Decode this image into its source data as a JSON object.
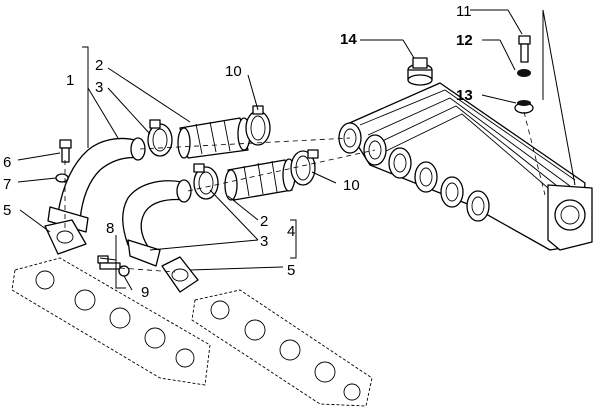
{
  "callouts": {
    "c1": "1",
    "c2a": "2",
    "c3a": "3",
    "c2b": "2",
    "c3b": "3",
    "c4": "4",
    "c5a": "5",
    "c5b": "5",
    "c6": "6",
    "c7": "7",
    "c8": "8",
    "c9": "9",
    "c10a": "10",
    "c10b": "10",
    "c11": "11",
    "c12": "12",
    "c13": "13",
    "c14": "14"
  },
  "colors": {
    "line": "#000000",
    "background": "#ffffff"
  }
}
